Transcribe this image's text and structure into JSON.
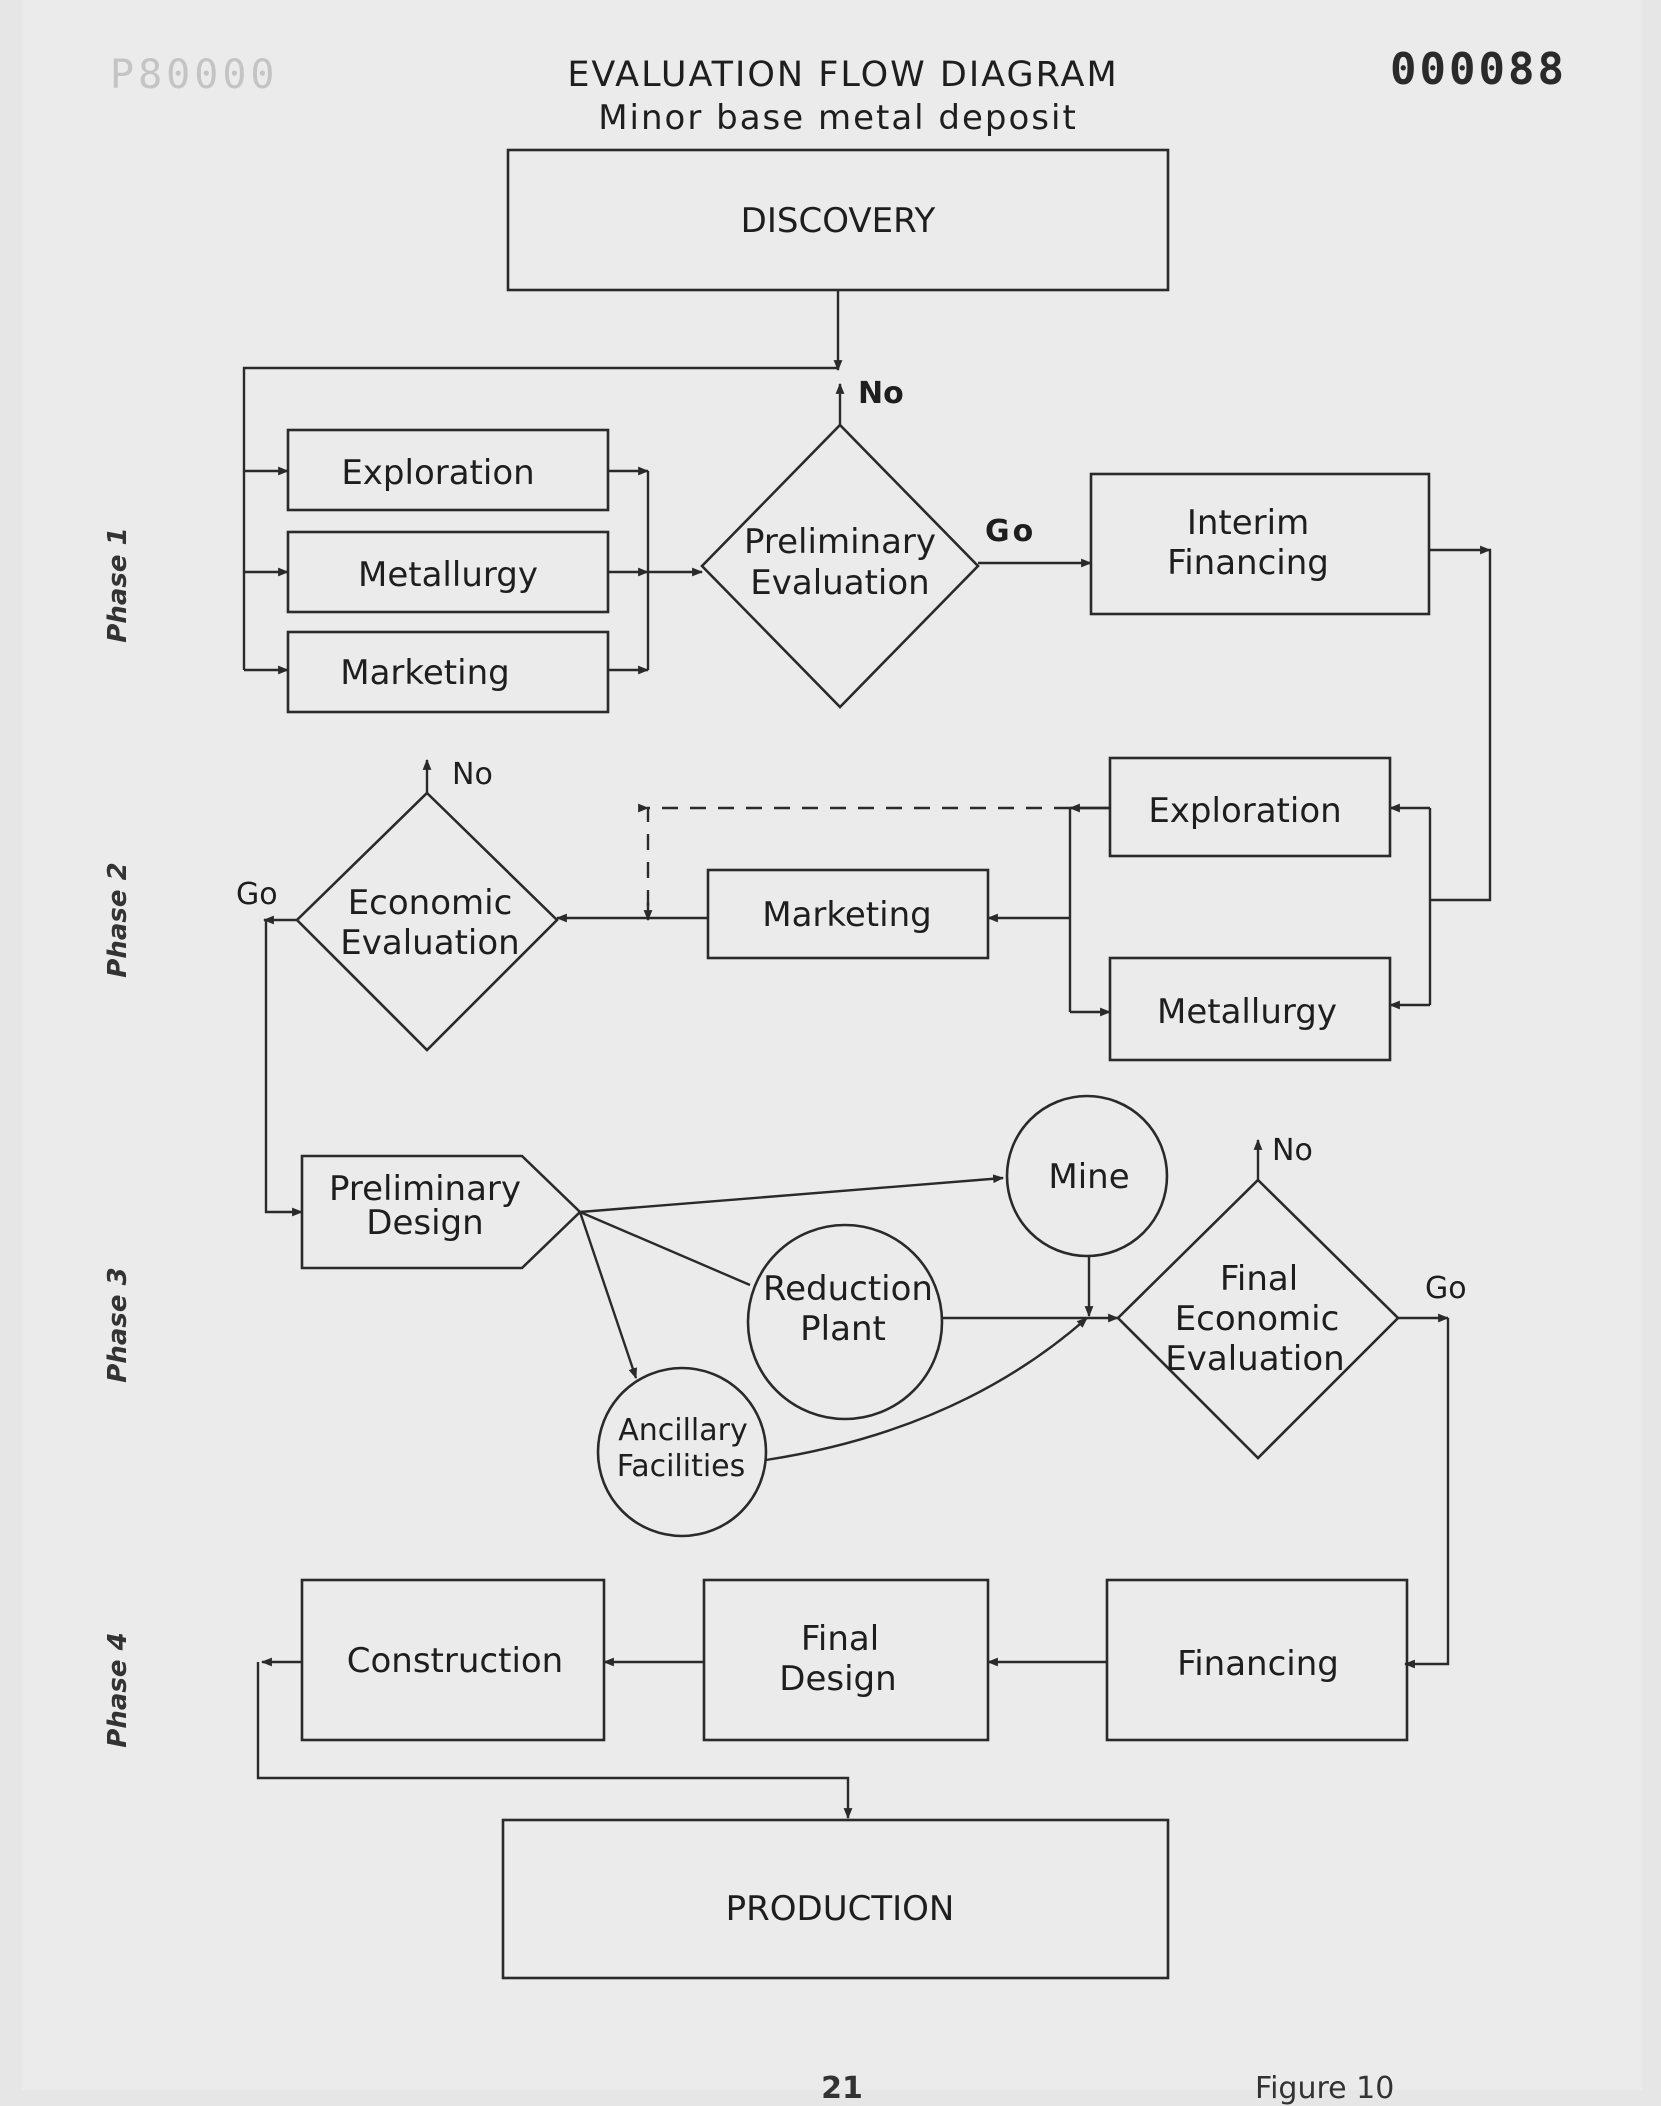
{
  "header": {
    "title": "EVALUATION FLOW DIAGRAM",
    "subtitle": "Minor base metal deposit",
    "doc_number": "000088",
    "faded_number": "P80000"
  },
  "phases": [
    "Phase 1",
    "Phase 2",
    "Phase 3",
    "Phase 4"
  ],
  "nodes": {
    "discovery": "DISCOVERY",
    "p1_exploration": "Exploration",
    "p1_metallurgy": "Metallurgy",
    "p1_marketing": "Marketing",
    "prelim_eval": [
      "Preliminary",
      "Evaluation"
    ],
    "interim_financing": [
      "Interim",
      "Financing"
    ],
    "p2_exploration": "Exploration",
    "p2_marketing": "Marketing",
    "p2_metallurgy": "Metallurgy",
    "economic_eval": [
      "Economic",
      "Evaluation"
    ],
    "prelim_design": [
      "Preliminary",
      "Design"
    ],
    "mine": "Mine",
    "reduction_plant": [
      "Reduction",
      "Plant"
    ],
    "ancillary": [
      "Ancillary",
      "Facilities"
    ],
    "final_economic_eval": [
      "Final",
      "Economic",
      "Evaluation"
    ],
    "construction": "Construction",
    "final_design": [
      "Final",
      "Design"
    ],
    "financing": "Financing",
    "production": "PRODUCTION"
  },
  "decisions": {
    "no": "No",
    "go_caps": "Go",
    "go": "Go"
  },
  "footer": {
    "page_number": "21",
    "figure": "Figure 10"
  }
}
